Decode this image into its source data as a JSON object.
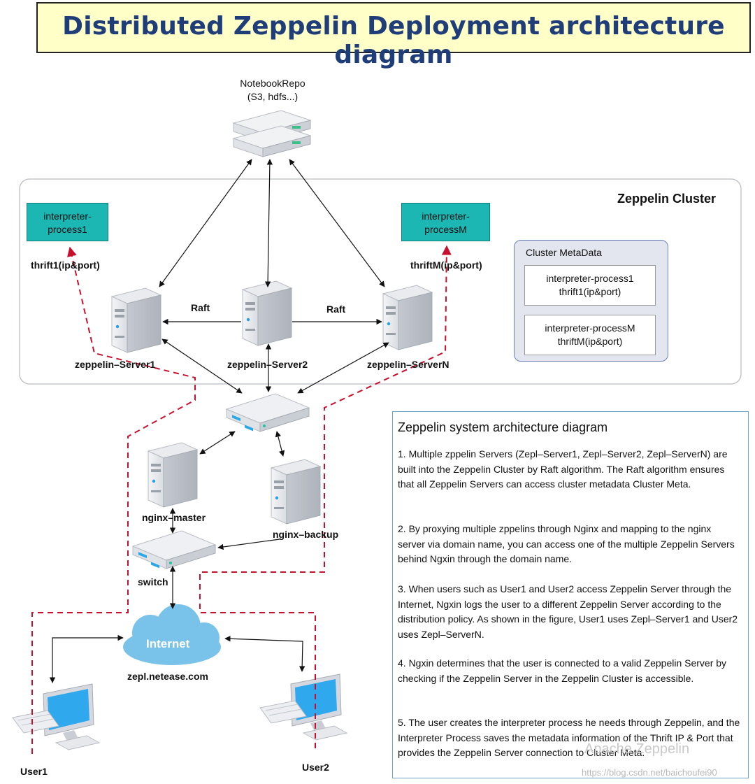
{
  "title": "Distributed Zeppelin Deployment architecture diagram",
  "notebook_repo": {
    "line1": "NotebookRepo",
    "line2": "(S3, hdfs...)"
  },
  "cluster": {
    "label": "Zeppelin Cluster",
    "interpreter1": {
      "line1": "interpreter-",
      "line2": "process1",
      "thrift": "thrift1(ip&port)"
    },
    "interpreterM": {
      "line1": "interpreter-",
      "line2": "processM",
      "thrift": "thriftM(ip&port)"
    },
    "servers": [
      "zeppelin–Server1",
      "zeppelin–Server2",
      "zeppelin–ServerN"
    ],
    "raft_left": "Raft",
    "raft_right": "Raft"
  },
  "metadata": {
    "title": "Cluster MetaData",
    "box1": {
      "line1": "interpreter-process1",
      "line2": "thrift1(ip&port)"
    },
    "box2": {
      "line1": "interpreter-processM",
      "line2": "thriftM(ip&port)"
    }
  },
  "network": {
    "nginx_master": "nginx–master",
    "nginx_backup": "nginx–backup",
    "switch": "switch",
    "internet": "Internet",
    "domain": "zepl.netease.com",
    "user1": "User1",
    "user2": "User2"
  },
  "description": {
    "heading": "Zeppelin system architecture diagram",
    "paragraphs": [
      "1. Multiple zppelin Servers (Zepl–Server1, Zepl–Server2, Zepl–ServerN) are built into the Zeppelin Cluster by Raft algorithm. The Raft algorithm ensures that all Zeppelin Servers can access cluster metadata Cluster Meta.",
      "2. By proxying multiple zppelins through Nginx and mapping to the nginx server via domain name, you can access one of the multiple Zeppelin Servers behind Ngxin through the domain name.",
      "3. When users such as User1 and User2 access Zeppelin Server through the Internet, Ngxin logs the user to a different Zeppelin Server according to the distribution policy. As shown in the figure, User1 uses Zepl–Server1 and User2 uses Zepl–ServerN.",
      "4. Ngxin determines that the user is connected to a valid Zeppelin Server by checking if the Zeppelin Server in the Zeppelin Cluster is accessible.",
      "5. The user creates the interpreter process he needs through Zeppelin, and the Interpreter Process saves the metadata information of the Thrift IP & Port that provides the Zeppelin Server connection to Cluster Meta."
    ]
  },
  "watermark": {
    "brand": "Apache Zeppelin",
    "url": "https://blog.csdn.net/baichoufei90"
  },
  "colors": {
    "title_bg": "#ffffc8",
    "title_text": "#1f3d78",
    "teal": "#1db7b3",
    "dashed": "#c8102e",
    "panel_border": "#6ba3c6"
  }
}
